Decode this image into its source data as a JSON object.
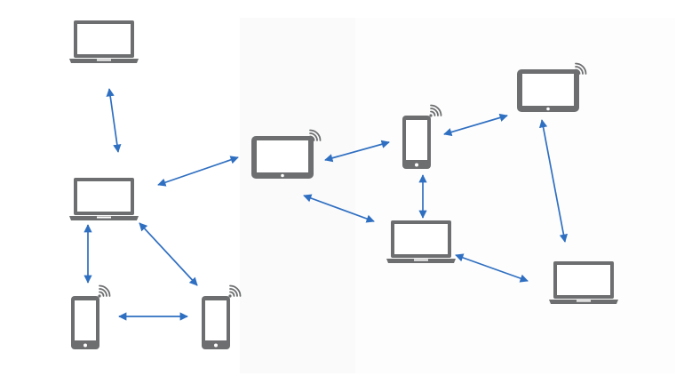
{
  "colors": {
    "device": "#6d6e70",
    "screen": "#ffffff",
    "link": "#2f6fc1",
    "background": "#ffffff",
    "panel_shade": "#f7f7f8"
  },
  "nodes": [
    {
      "id": "laptop-top-left",
      "kind": "laptop",
      "icon": "laptop-icon",
      "wifi": false,
      "label": ""
    },
    {
      "id": "laptop-left-middle",
      "kind": "laptop",
      "icon": "laptop-icon",
      "wifi": false,
      "label": ""
    },
    {
      "id": "phone-bottom-left",
      "kind": "phone",
      "icon": "smartphone-icon",
      "wifi": true,
      "label": ""
    },
    {
      "id": "phone-bottom-center",
      "kind": "phone",
      "icon": "smartphone-icon",
      "wifi": true,
      "label": ""
    },
    {
      "id": "tablet-center",
      "kind": "tablet",
      "icon": "tablet-icon",
      "wifi": true,
      "label": ""
    },
    {
      "id": "phone-center-right",
      "kind": "phone",
      "icon": "smartphone-icon",
      "wifi": true,
      "label": ""
    },
    {
      "id": "laptop-center-bottom",
      "kind": "laptop",
      "icon": "laptop-icon",
      "wifi": false,
      "label": ""
    },
    {
      "id": "tablet-top-right",
      "kind": "tablet",
      "icon": "tablet-icon",
      "wifi": true,
      "label": ""
    },
    {
      "id": "laptop-bottom-right",
      "kind": "laptop",
      "icon": "laptop-icon",
      "wifi": false,
      "label": ""
    }
  ],
  "links": [
    {
      "from": "laptop-top-left",
      "to": "laptop-left-middle",
      "direction": "bidirectional"
    },
    {
      "from": "laptop-left-middle",
      "to": "tablet-center",
      "direction": "bidirectional"
    },
    {
      "from": "laptop-left-middle",
      "to": "phone-bottom-left",
      "direction": "bidirectional"
    },
    {
      "from": "laptop-left-middle",
      "to": "phone-bottom-center",
      "direction": "bidirectional"
    },
    {
      "from": "phone-bottom-left",
      "to": "phone-bottom-center",
      "direction": "bidirectional"
    },
    {
      "from": "tablet-center",
      "to": "phone-center-right",
      "direction": "bidirectional"
    },
    {
      "from": "tablet-center",
      "to": "laptop-center-bottom",
      "direction": "bidirectional"
    },
    {
      "from": "phone-center-right",
      "to": "laptop-center-bottom",
      "direction": "bidirectional"
    },
    {
      "from": "phone-center-right",
      "to": "tablet-top-right",
      "direction": "bidirectional"
    },
    {
      "from": "tablet-top-right",
      "to": "laptop-bottom-right",
      "direction": "bidirectional"
    },
    {
      "from": "laptop-center-bottom",
      "to": "laptop-bottom-right",
      "direction": "bidirectional"
    }
  ]
}
